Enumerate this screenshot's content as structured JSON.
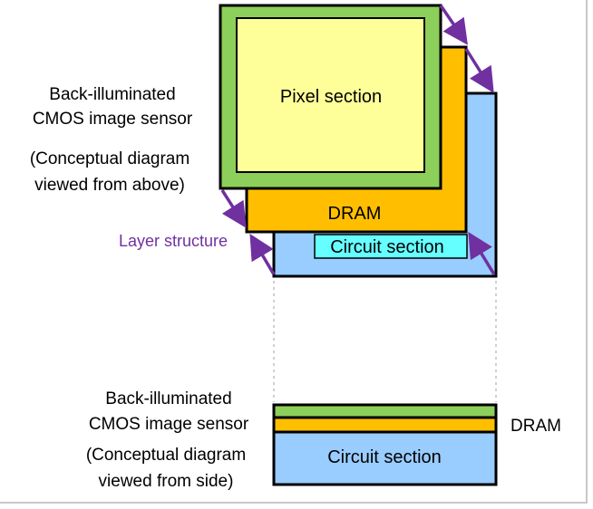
{
  "colors": {
    "pixel_frame": "#8ccf5a",
    "pixel_inner": "#ffff99",
    "dram": "#ffbf00",
    "circuit_base": "#99ccff",
    "circuit_label_box": "#66ffff",
    "arrow": "#7030a0",
    "outline": "#000000"
  },
  "top_view": {
    "caption_line1": "Back-illuminated",
    "caption_line2": "CMOS image sensor",
    "note_line1": "(Conceptual diagram",
    "note_line2": "viewed from above)",
    "pixel_label": "Pixel section",
    "dram_label": "DRAM",
    "circuit_label": "Circuit section",
    "layer_label": "Layer structure"
  },
  "side_view": {
    "caption_line1": "Back-illuminated",
    "caption_line2": "CMOS image sensor",
    "note_line1": "(Conceptual diagram",
    "note_line2": "viewed from side)",
    "dram_label": "DRAM",
    "circuit_label": "Circuit section"
  }
}
